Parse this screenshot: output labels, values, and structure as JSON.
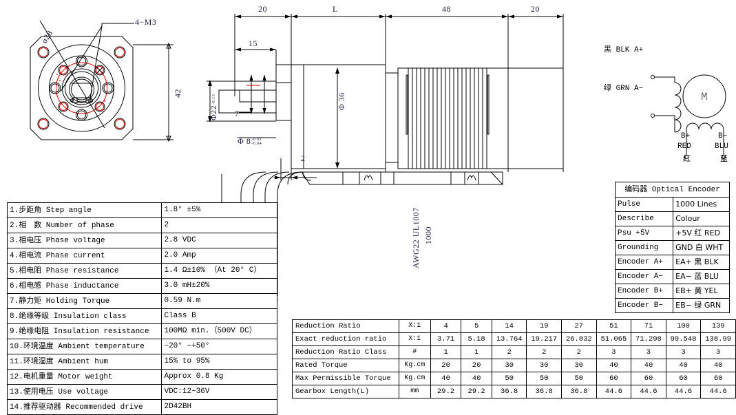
{
  "drawing": {
    "face_view": {
      "labels": {
        "bolt_circle": "ø28",
        "mount_holes": "4−M3",
        "square_size": "42"
      }
    },
    "side_view": {
      "dimensions": {
        "gearbox_front": "20",
        "gearbox_length": "L",
        "motor_body": "48",
        "rear": "20",
        "shaft_len": "15",
        "flat_len": "7",
        "flange_thk": "2",
        "pilot_dia": "Φ22",
        "pilot_tol": "-0.15",
        "shaft_dia": "Φ 8",
        "shaft_tol_upper": "-0.01",
        "shaft_tol_lower": "-0.04",
        "body_dia": "Φ 36"
      },
      "cable": {
        "spec": "AWG22  UL1007",
        "length": "1000"
      }
    },
    "wiring": {
      "motor_symbol": "M",
      "a_plus": "黑 BLK A+",
      "a_minus": "绿 GRN A−",
      "b_plus_label": "B+",
      "b_plus_colour": "RED",
      "b_plus_cjk": "红",
      "b_minus_label": "B−",
      "b_minus_colour": "BLU",
      "b_minus_cjk": "蓝"
    }
  },
  "spec_table": {
    "rows": [
      {
        "no": "1.",
        "cjk": "步距角",
        "en": "Step angle",
        "value": "1.8° ±5%"
      },
      {
        "no": "2.",
        "cjk": "相　数",
        "en": "Number of phase",
        "value": "2"
      },
      {
        "no": "3.",
        "cjk": "相电压",
        "en": "Phase voltage",
        "value": "2.8 VDC"
      },
      {
        "no": "4.",
        "cjk": "相电流",
        "en": "Phase current",
        "value": "2.0 Amp"
      },
      {
        "no": "5.",
        "cjk": "相电阻",
        "en": "Phase resistance",
        "value": "1.4 Ω±10% （At 20° C）"
      },
      {
        "no": "6.",
        "cjk": "相电感",
        "en": "Phase inductance",
        "value": "3.0 mH±20%"
      },
      {
        "no": "7.",
        "cjk": "静力矩",
        "en": "Holding Torque",
        "value": "0.59 N.m"
      },
      {
        "no": "8.",
        "cjk": "绝缘等级",
        "en": "Insulation class",
        "value": "Class B"
      },
      {
        "no": "9.",
        "cjk": "绝缘电阻",
        "en": "Insulation resistance",
        "value": "100MΩ min.（500V DC）"
      },
      {
        "no": "10.",
        "cjk": "环境温度",
        "en": "Ambient temperature",
        "value": "−20° −+50°"
      },
      {
        "no": "11.",
        "cjk": "环境湿度",
        "en": "Ambient hum",
        "value": "15% to 95%"
      },
      {
        "no": "12.",
        "cjk": "电机重量",
        "en": "Motor weight",
        "value": "Approx 0.8 Kg"
      },
      {
        "no": "13.",
        "cjk": "使用电压",
        "en": "Use voltage",
        "value": "VDC:12−36V"
      },
      {
        "no": "14.",
        "cjk": "推荐驱动器",
        "en": "Recommended drive",
        "value": "2D42BH"
      }
    ]
  },
  "encoder_table": {
    "title_cjk": "编码器",
    "title_en": "Optical Encoder",
    "rows": [
      {
        "k": "Pulse",
        "v": "1000 Lines"
      },
      {
        "k": "Describe",
        "v": "Colour"
      },
      {
        "k": "Psu +5V",
        "v": "+5V 红 RED"
      },
      {
        "k": "Grounding",
        "v": "GND 白 WHT"
      },
      {
        "k": "Encoder A+",
        "v": "EA+ 黑 BLK"
      },
      {
        "k": "Encoder A−",
        "v": "EA− 蓝 BLU"
      },
      {
        "k": "Encoder B+",
        "v": "EB+ 黄 YEL"
      },
      {
        "k": "Encoder B−",
        "v": "EB− 绿 GRN"
      }
    ]
  },
  "reduction_table": {
    "rows": [
      {
        "label": "Reduction Ratio",
        "unit": "X:1",
        "values": [
          "4",
          "5",
          "14",
          "19",
          "27",
          "51",
          "71",
          "100",
          "139"
        ]
      },
      {
        "label": "Exact reduction ratio",
        "unit": "X:1",
        "values": [
          "3.71",
          "5.18",
          "13.764",
          "19.217",
          "26.832",
          "51.065",
          "71.298",
          "99.548",
          "138.99"
        ]
      },
      {
        "label": "Reduction Ratio Class",
        "unit": "#",
        "values": [
          "1",
          "1",
          "2",
          "2",
          "2",
          "3",
          "3",
          "3",
          "3"
        ]
      },
      {
        "label": "Rated Torque",
        "unit": "Kg.cm",
        "values": [
          "20",
          "20",
          "30",
          "30",
          "30",
          "40",
          "40",
          "40",
          "40"
        ]
      },
      {
        "label": "Max Permissible Torque",
        "unit": "Kg.cm",
        "values": [
          "40",
          "40",
          "50",
          "50",
          "50",
          "60",
          "60",
          "60",
          "60"
        ]
      },
      {
        "label": "Gearbox Length(L)",
        "unit": "mm",
        "values": [
          "29.2",
          "29.2",
          "36.8",
          "36.8",
          "36.8",
          "44.6",
          "44.6",
          "44.6",
          "44.6"
        ]
      }
    ]
  },
  "colors": {
    "line": "#000000",
    "accent_red": "#e00000",
    "dim_text": "#1a1a40"
  }
}
